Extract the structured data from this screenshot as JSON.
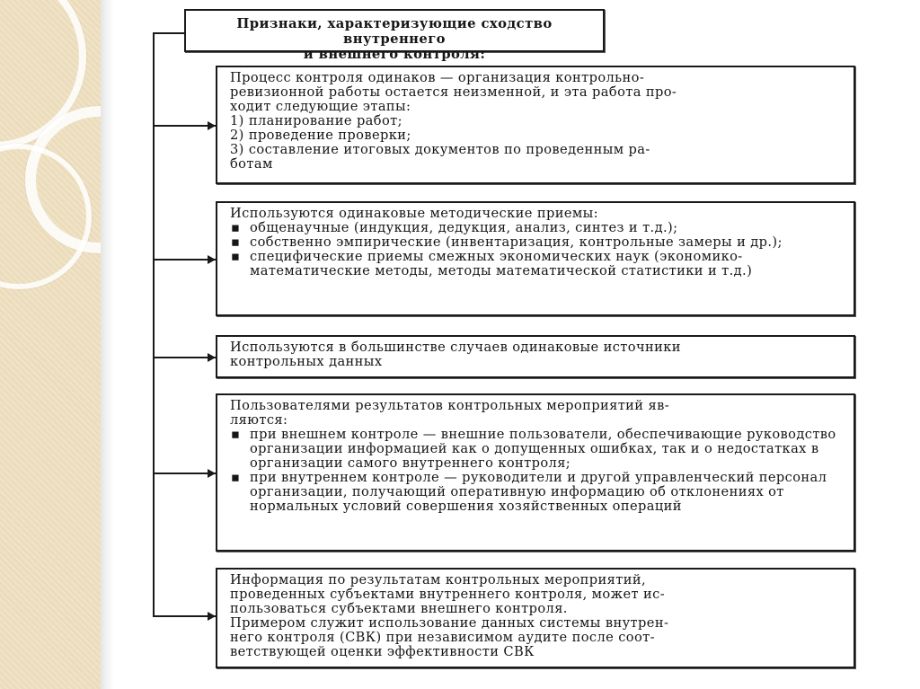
{
  "title_lines": [
    "Признаки, характеризующие сходство внутреннего",
    "и внешнего контроля:"
  ],
  "box1": {
    "lines": [
      "Процесс контроля одинаков — организация контрольно-",
      "ревизионной работы остается неизменной, и эта работа про-",
      "ходит следующие этапы:",
      "1) планирование работ;",
      "2) проведение проверки;",
      "3) составление итоговых документов по проведенным ра-",
      "ботам"
    ]
  },
  "box2": {
    "intro": "Используются одинаковые методические приемы:",
    "items": [
      "общенаучные (индукция, дедукция, анализ, синтез и т.д.);",
      "собственно эмпирические (инвентаризация, контрольные замеры и др.);",
      "специфические приемы смежных экономических наук (экономико-математические методы, методы математической статистики и т.д.)"
    ]
  },
  "box3": {
    "lines": [
      "Используются в большинстве случаев одинаковые источники",
      "контрольных данных"
    ]
  },
  "box4": {
    "intro_lines": [
      "Пользователями результатов контрольных мероприятий яв-",
      "ляются:"
    ],
    "items": [
      "при внешнем контроле — внешние пользователи, обеспечивающие руководство организации информацией как о допущенных ошибках, так и о недостатках в организации самого внутреннего контроля;",
      "при внутреннем контроле — руководители и другой управленческий персонал организации, получающий оперативную информацию об отклонениях от нормальных условий совершения хозяйственных операций"
    ]
  },
  "box5": {
    "lines": [
      "Информация по результатам контрольных мероприятий,",
      "проведенных субъектами внутреннего контроля, может ис-",
      "пользоваться субъектами внешнего контроля.",
      "Примером служит использование данных системы внутрен-",
      "него контроля (СВК) при независимом аудите после соот-",
      "ветствующей оценки эффективности СВК"
    ]
  }
}
